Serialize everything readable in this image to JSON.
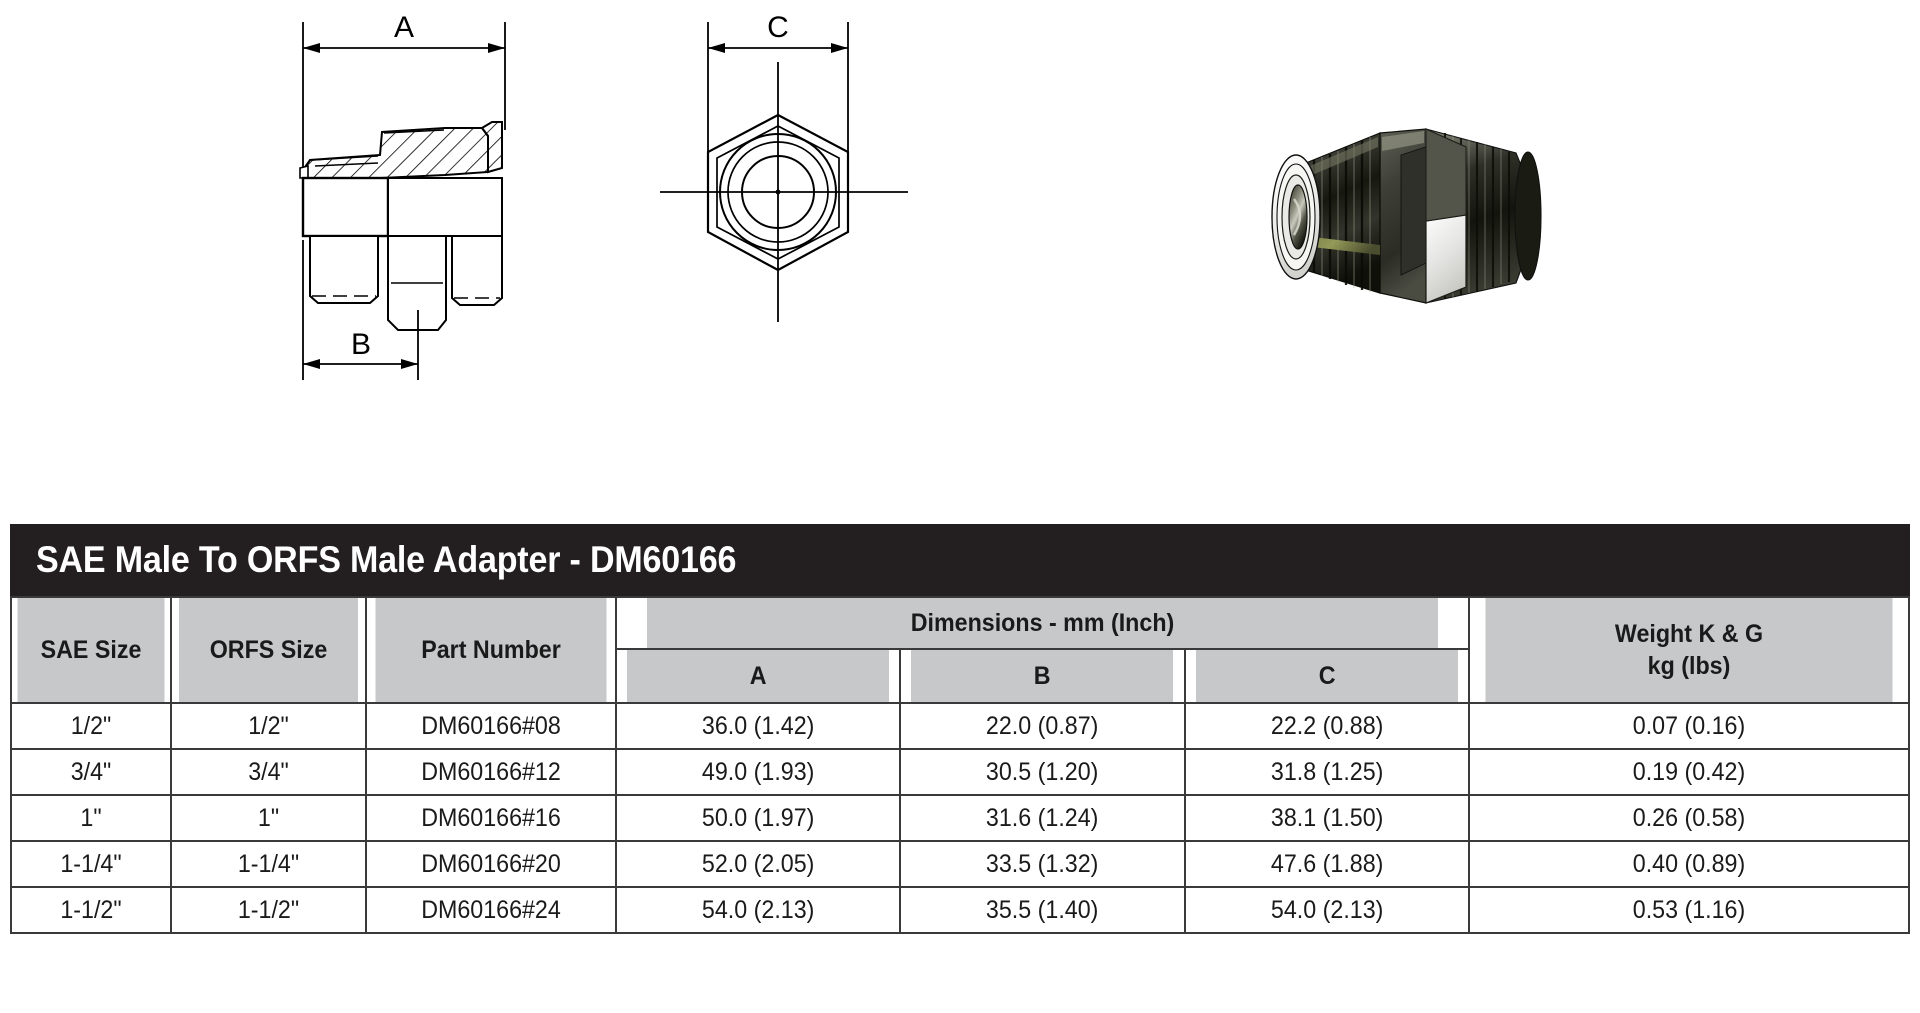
{
  "header": {
    "title": "SAE Male To ORFS Male Adapter - DM60166"
  },
  "drawings": {
    "sectional_view": {
      "name": "cross-section-view",
      "dimension_labels": [
        "A",
        "B"
      ]
    },
    "end_view": {
      "name": "hex-end-view",
      "dimension_labels": [
        "C"
      ]
    },
    "iso_view": {
      "name": "3d-product-render"
    },
    "label_a": "A",
    "label_b": "B",
    "label_c": "C"
  },
  "table": {
    "columns": {
      "sae_size": "SAE Size",
      "orfs_size": "ORFS Size",
      "part_number": "Part Number",
      "dimensions_group": "Dimensions - mm (Inch)",
      "dim_a": "A",
      "dim_b": "B",
      "dim_c": "C",
      "weight_line1": "Weight K & G",
      "weight_line2": "kg (lbs)"
    },
    "rows": [
      {
        "sae_size": "1/2\"",
        "orfs_size": "1/2\"",
        "part_number": "DM60166#08",
        "a": "36.0 (1.42)",
        "b": "22.0 (0.87)",
        "c": "22.2 (0.88)",
        "weight": "0.07 (0.16)"
      },
      {
        "sae_size": "3/4\"",
        "orfs_size": "3/4\"",
        "part_number": "DM60166#12",
        "a": "49.0 (1.93)",
        "b": "30.5 (1.20)",
        "c": "31.8 (1.25)",
        "weight": "0.19 (0.42)"
      },
      {
        "sae_size": "1\"",
        "orfs_size": "1\"",
        "part_number": "DM60166#16",
        "a": "50.0 (1.97)",
        "b": "31.6 (1.24)",
        "c": "38.1 (1.50)",
        "weight": "0.26 (0.58)"
      },
      {
        "sae_size": "1-1/4\"",
        "orfs_size": "1-1/4\"",
        "part_number": "DM60166#20",
        "a": "52.0 (2.05)",
        "b": "33.5 (1.32)",
        "c": "47.6 (1.88)",
        "weight": "0.40 (0.89)"
      },
      {
        "sae_size": "1-1/2\"",
        "orfs_size": "1-1/2\"",
        "part_number": "DM60166#24",
        "a": "54.0 (2.13)",
        "b": "35.5 (1.40)",
        "c": "54.0 (2.13)",
        "weight": "0.53 (1.16)"
      }
    ]
  },
  "colors": {
    "title_bar": "#231f20",
    "header_row": "#c6c8ca",
    "border": "#3a3a3a",
    "text": "#1a1a1a",
    "page_background": "#ffffff"
  }
}
